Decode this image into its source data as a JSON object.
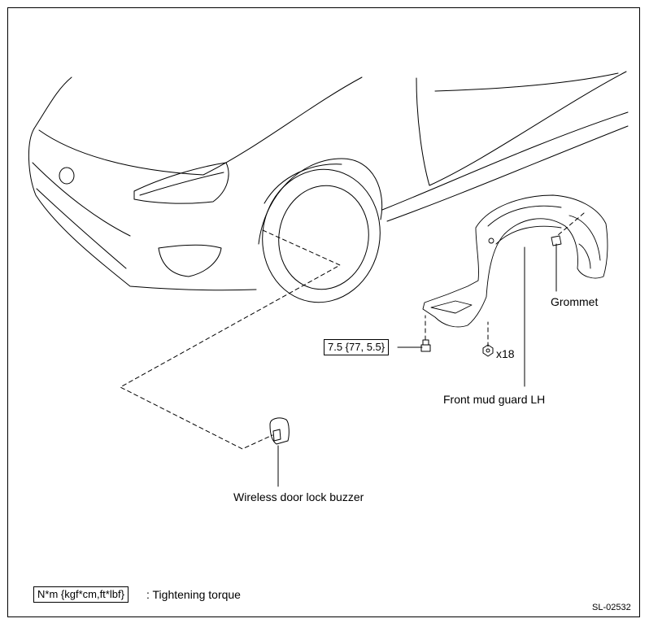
{
  "labels": {
    "grommet": "Grommet",
    "front_mud_guard": "Front mud guard LH",
    "wireless_buzzer": "Wireless door lock buzzer",
    "torque_value": "7.5 {77, 5.5}",
    "clip_count": "x18"
  },
  "legend": {
    "unit_box": "N*m {kgf*cm,ft*lbf}",
    "unit_text": ": Tightening torque"
  },
  "figure_code": "SL-02532"
}
